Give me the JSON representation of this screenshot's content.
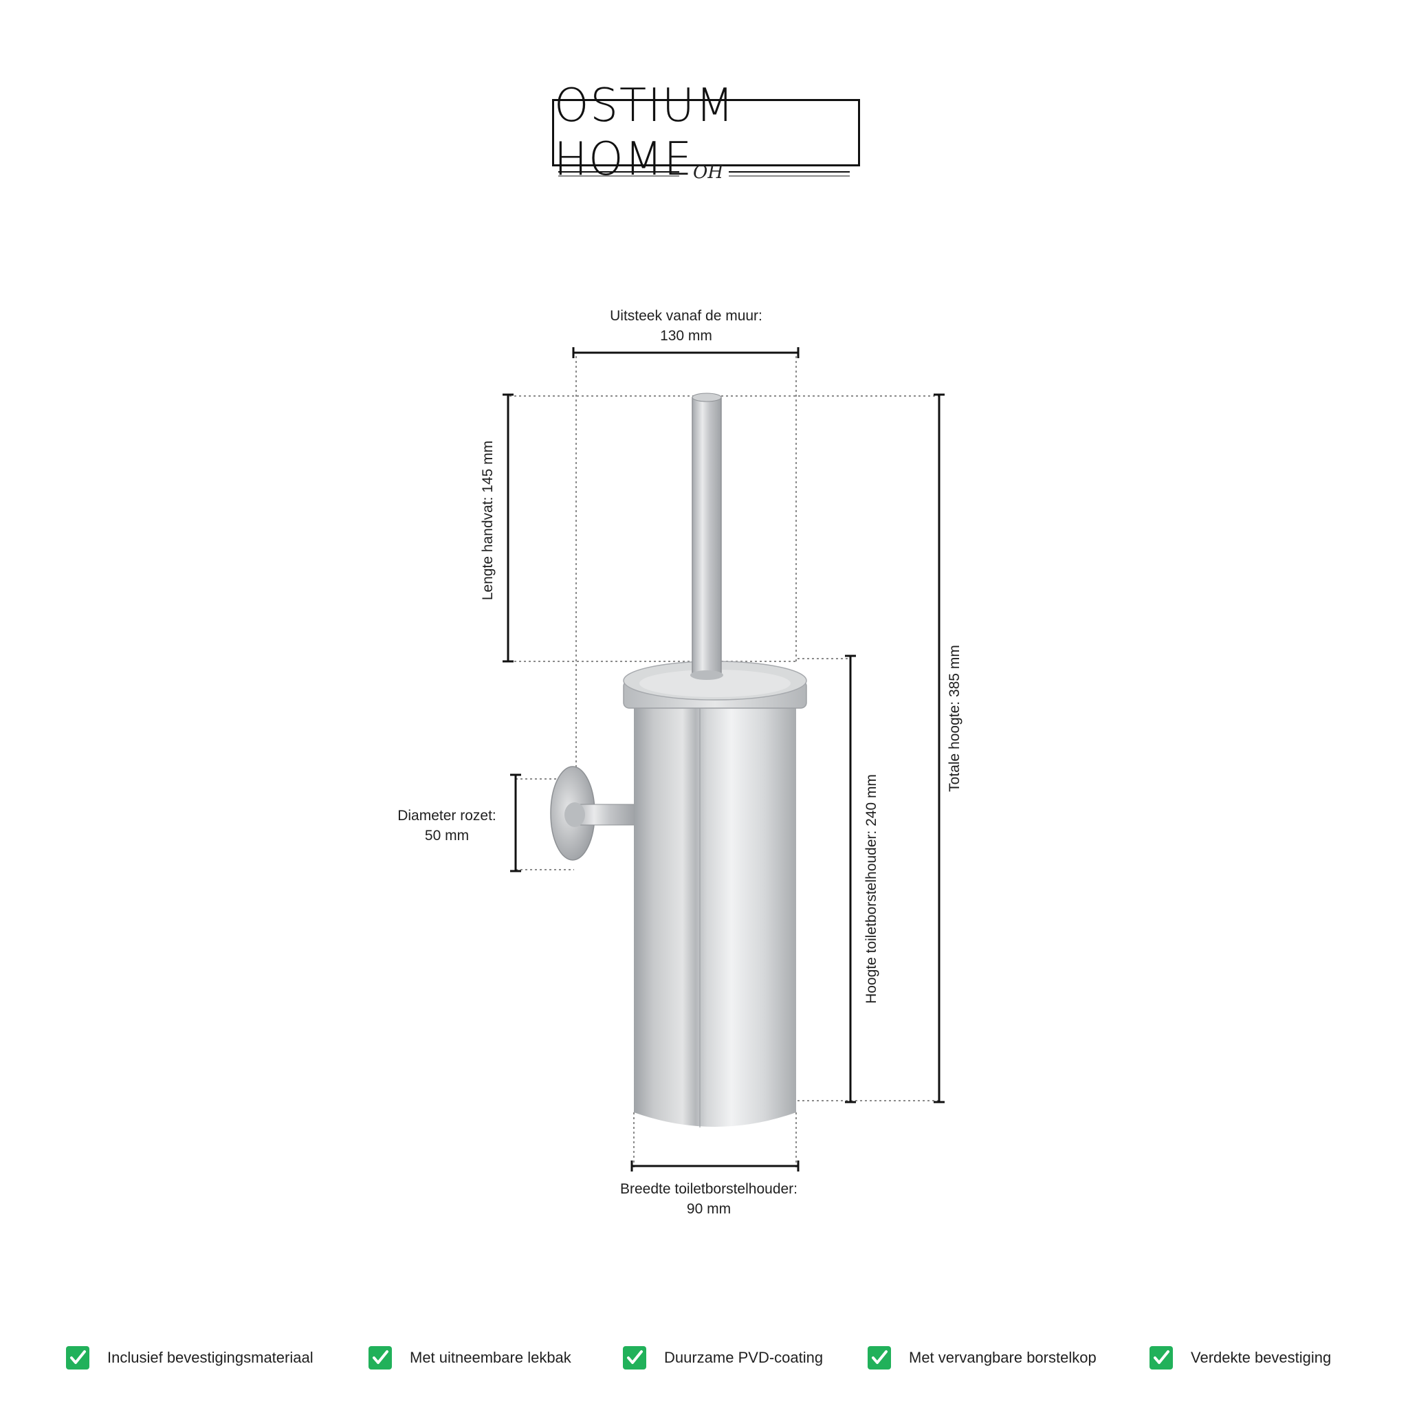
{
  "brand": {
    "name": "OSTIUM HOME",
    "monogram": "OH"
  },
  "dimensions": {
    "protrusion": {
      "label": "Uitsteek vanaf de muur:",
      "value": "130 mm"
    },
    "handle_length": {
      "label": "Lengte handvat: 145 mm"
    },
    "total_height": {
      "label": "Totale hoogte: 385 mm"
    },
    "holder_height": {
      "label": "Hoogte toiletborstelhouder: 240 mm"
    },
    "rosette_diameter": {
      "label": "Diameter rozet:",
      "value": "50 mm"
    },
    "holder_width": {
      "label": "Breedte toiletborstelhouder:",
      "value": "90 mm"
    }
  },
  "features": [
    {
      "text": "Inclusief bevestigingsmateriaal",
      "icon": "check-icon"
    },
    {
      "text": "Met uitneembare lekbak",
      "icon": "check-icon"
    },
    {
      "text": "Duurzame PVD-coating",
      "icon": "check-icon"
    },
    {
      "text": "Met vervangbare borstelkop",
      "icon": "check-icon"
    },
    {
      "text": "Verdekte bevestiging",
      "icon": "check-icon"
    }
  ],
  "colors": {
    "check_green": "#21b15a",
    "steel": "#c9cbcd",
    "dimension_line": "#111111",
    "dotted_guide": "#8a8a8a"
  }
}
